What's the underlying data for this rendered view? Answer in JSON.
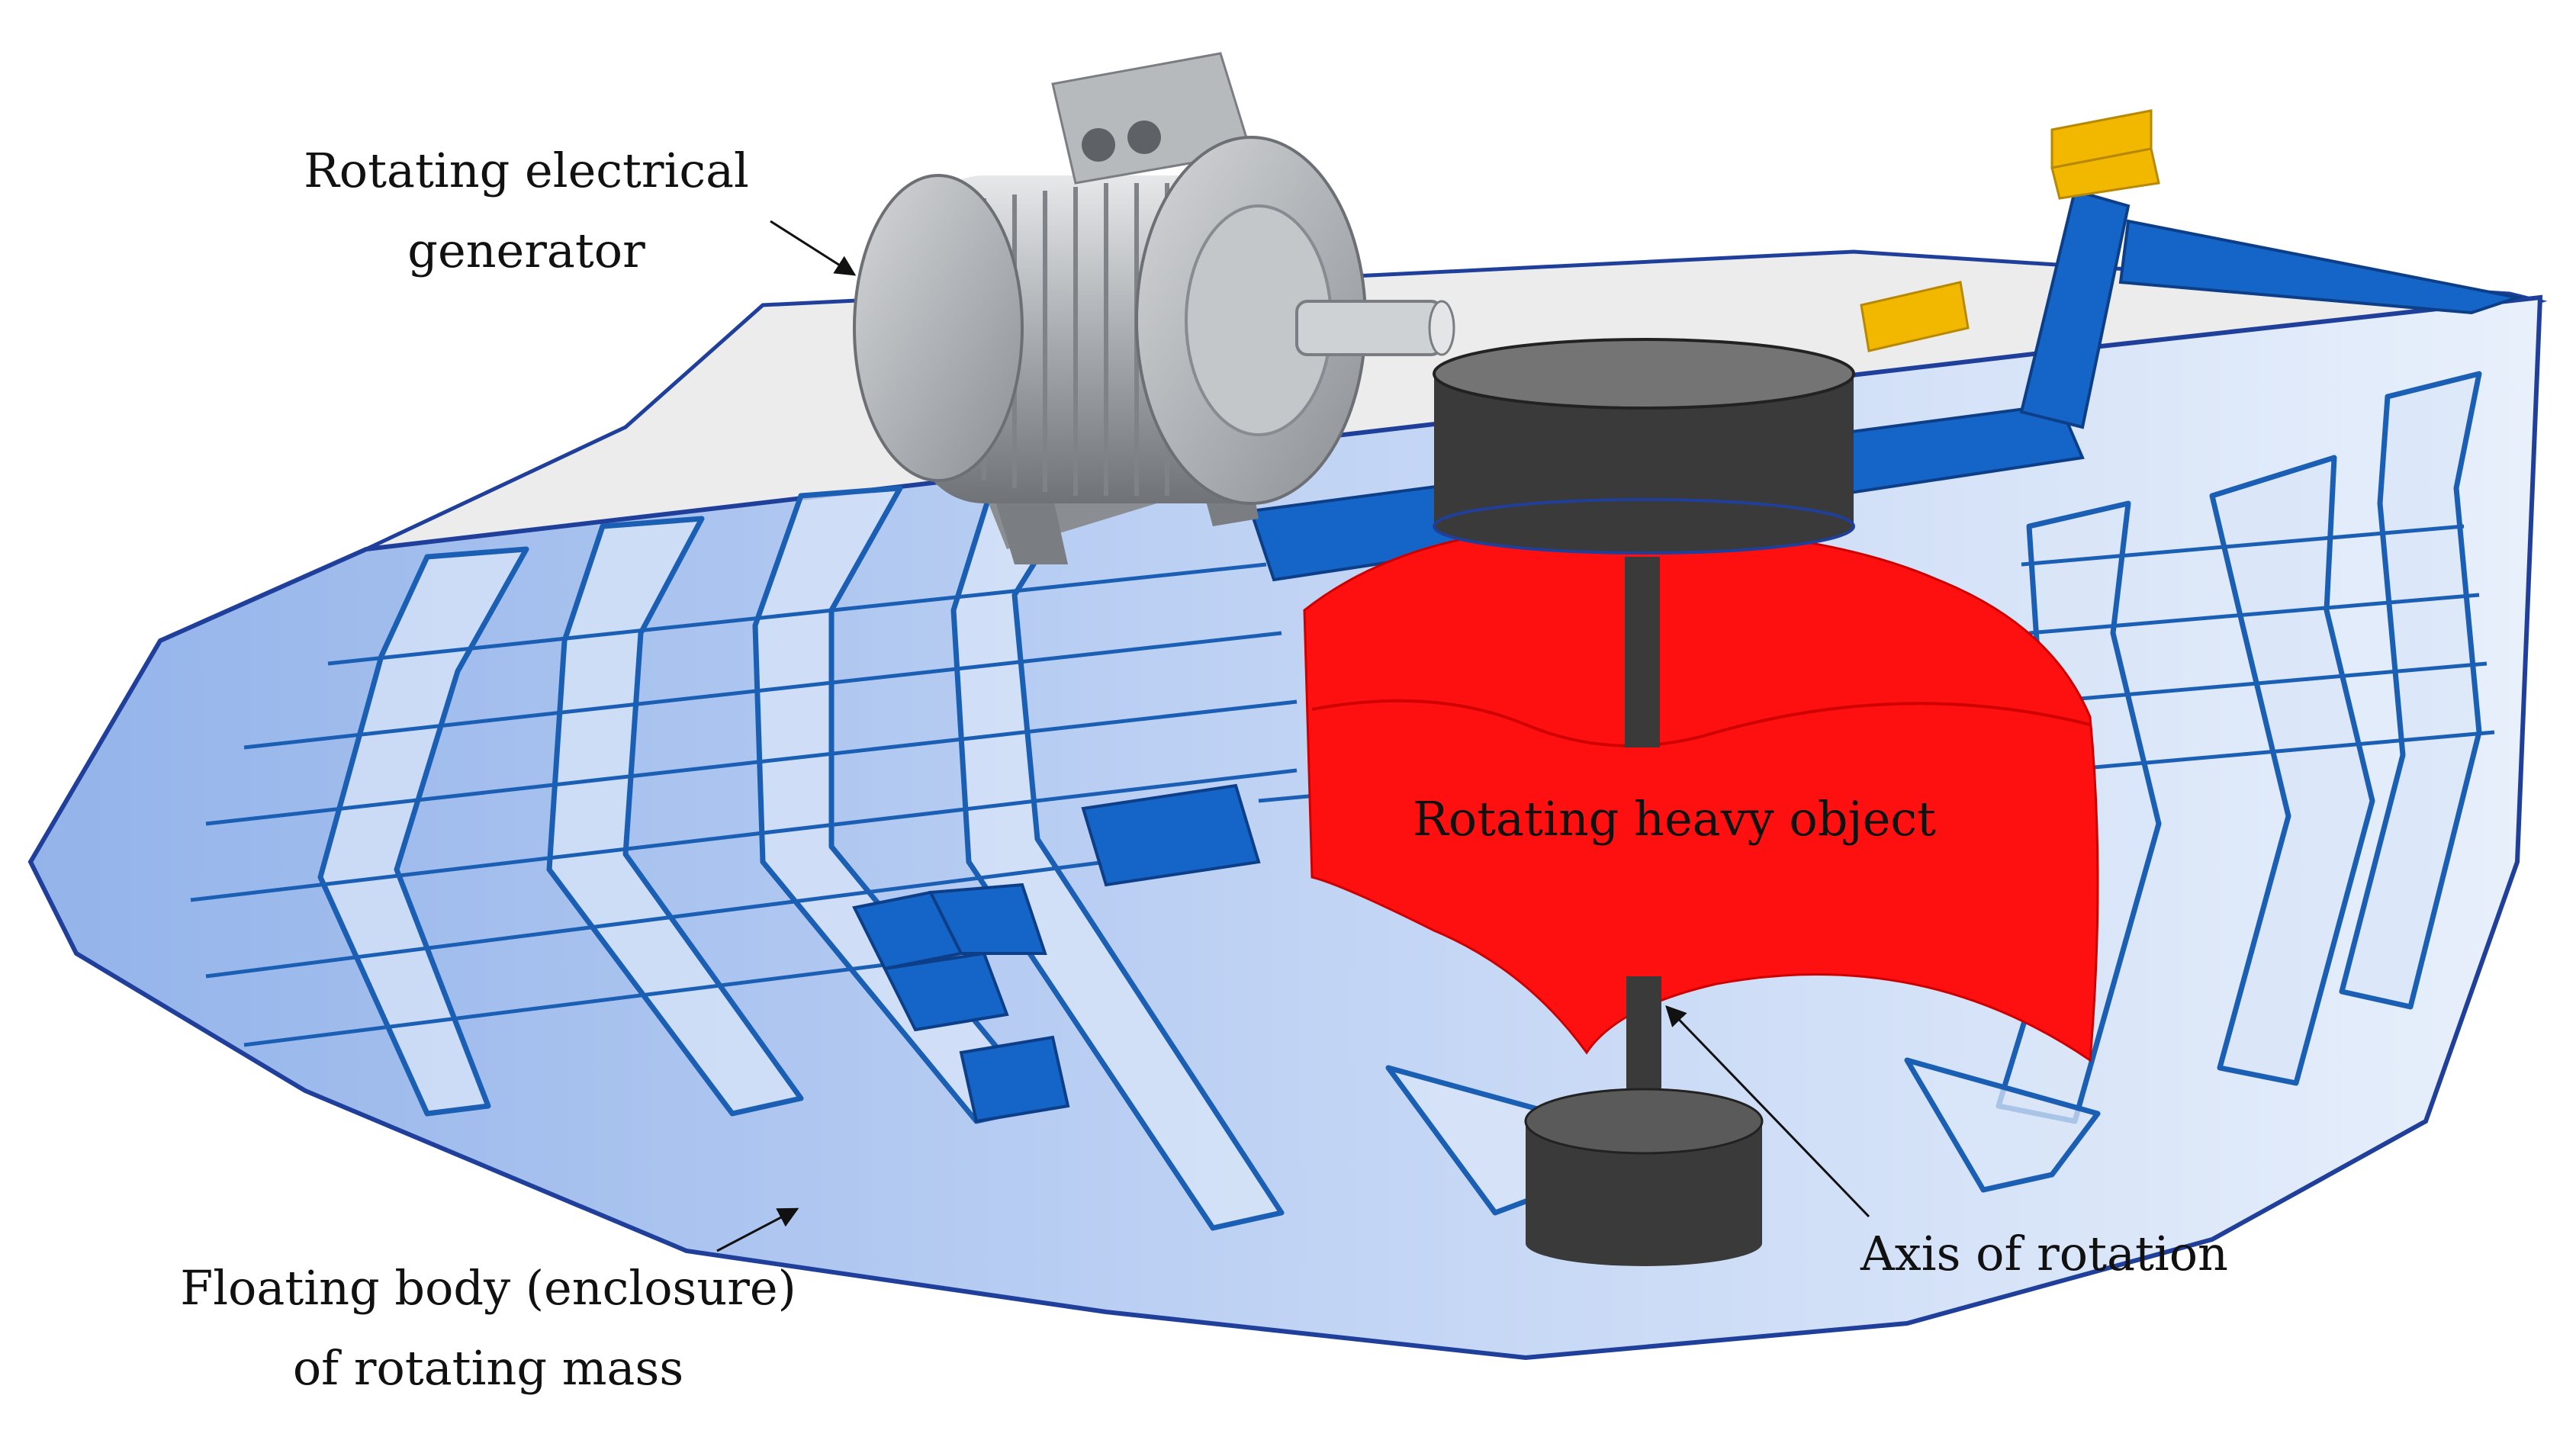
{
  "labels": {
    "generator_line1": "Rotating electrical",
    "generator_line2": "generator",
    "heavy_object": "Rotating heavy object",
    "axis": "Axis of rotation",
    "floating_line1": "Floating body (enclosure)",
    "floating_line2": "of rotating mass"
  },
  "colors": {
    "hull_fill": "#bcd0f3",
    "hull_stroke": "#1f3f9a",
    "rib_stroke": "#1a5fb4",
    "rib_fill": "#d9e6f8",
    "deck": "#ececec",
    "blue_parts": "#1565c8",
    "yellow_parts": "#f2b800",
    "heavy_object": "#ff1010",
    "axis_parts": "#3a3a3a",
    "generator": "#a9acb0"
  },
  "icons": {
    "generator": "electric-motor-icon"
  }
}
